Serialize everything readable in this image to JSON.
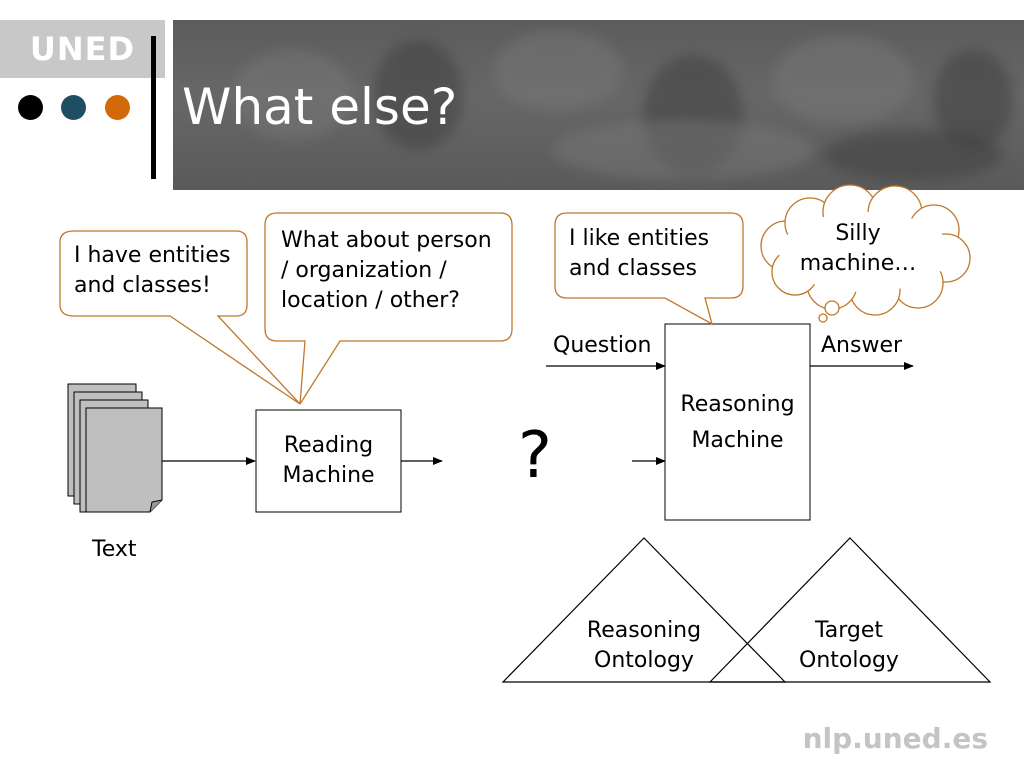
{
  "header": {
    "logo": "UNED",
    "title": "What else?",
    "dot_colors": [
      "#000000",
      "#1f4e63",
      "#d26a0a"
    ]
  },
  "diagram": {
    "text_label": "Text",
    "reading_machine": [
      "Reading",
      "Machine"
    ],
    "bubble_1": [
      "I have entities",
      "and classes!"
    ],
    "bubble_2": [
      "What about person",
      "/ organization /",
      "location / other?"
    ],
    "question_mark": "?",
    "bubble_3": [
      "I like entities",
      "and classes"
    ],
    "thought_bubble": [
      "Silly",
      "machine…"
    ],
    "question_label": "Question",
    "answer_label": "Answer",
    "reasoning_machine": [
      "Reasoning",
      "Machine"
    ],
    "reasoning_ontology": [
      "Reasoning",
      "Ontology"
    ],
    "target_ontology": [
      "Target",
      "Ontology"
    ],
    "bubble_border_color": "#c0772b"
  },
  "footer": {
    "site": "nlp.uned.es"
  }
}
